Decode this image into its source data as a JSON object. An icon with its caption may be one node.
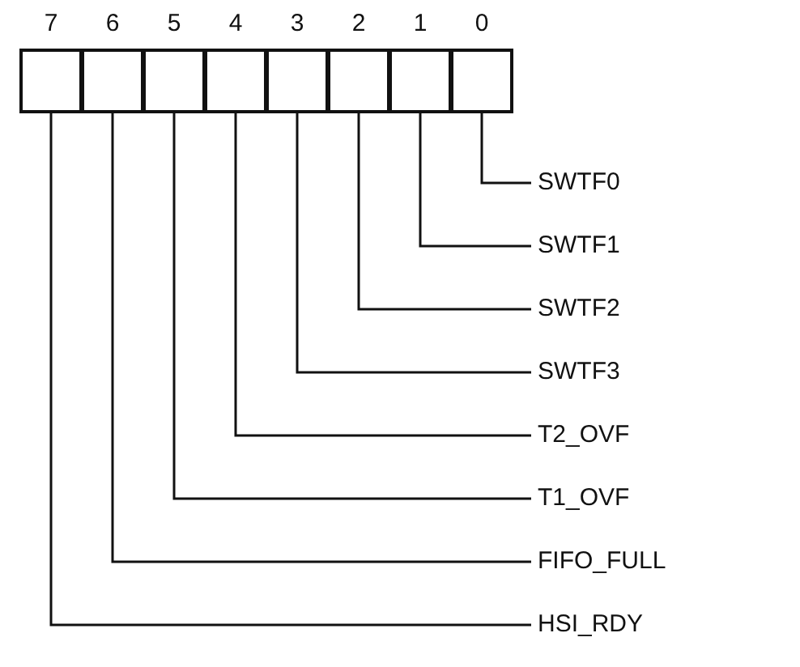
{
  "diagram": {
    "nodes": [
      {
        "text": [],
        "shape": "box",
        "beside": [
          "7"
        ]
      },
      {
        "text": [],
        "shape": "box",
        "beside": [
          "6"
        ]
      },
      {
        "text": [],
        "shape": "box",
        "beside": [
          "5"
        ]
      },
      {
        "text": [],
        "shape": "box",
        "beside": [
          "4"
        ]
      },
      {
        "text": [],
        "shape": "box",
        "beside": [
          "3"
        ]
      },
      {
        "text": [],
        "shape": "box",
        "beside": [
          "2"
        ]
      },
      {
        "text": [],
        "shape": "box",
        "beside": [
          "1"
        ]
      },
      {
        "text": [],
        "shape": "box",
        "beside": [
          "0"
        ]
      },
      {
        "text": [
          "SWTF0"
        ]
      },
      {
        "text": [
          "SWTF1"
        ]
      },
      {
        "text": [
          "SWTF2"
        ]
      },
      {
        "text": [
          "SWTF3"
        ]
      },
      {
        "text": [
          "T2_OVF"
        ]
      },
      {
        "text": [
          "T1_OVF"
        ]
      },
      {
        "text": [
          "FIFO_FULL"
        ]
      },
      {
        "text": [
          "HSI_RDY"
        ]
      }
    ],
    "edges": [
      {
        "from": 7,
        "to": 8,
        "arrow": "none"
      },
      {
        "from": 6,
        "to": 9,
        "arrow": "none"
      },
      {
        "from": 5,
        "to": 10,
        "arrow": "none"
      },
      {
        "from": 4,
        "to": 11,
        "arrow": "none"
      },
      {
        "from": 3,
        "to": 12,
        "arrow": "none"
      },
      {
        "from": 2,
        "to": 13,
        "arrow": "none"
      },
      {
        "from": 1,
        "to": 14,
        "arrow": "none"
      },
      {
        "from": 0,
        "to": 15,
        "arrow": "none"
      }
    ]
  }
}
